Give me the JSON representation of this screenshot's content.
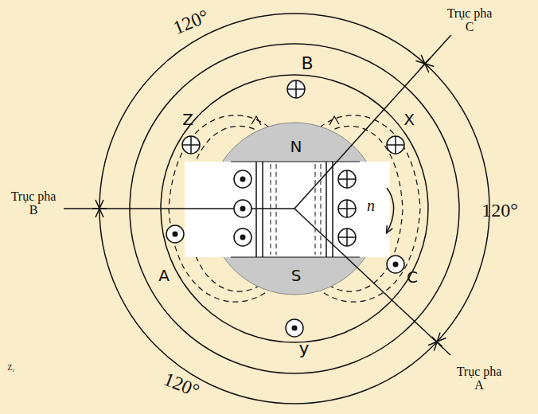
{
  "diagram": {
    "labels": [
      "120°",
      "Trục pha C",
      "B",
      "Z",
      "X",
      "N",
      "Trục pha B",
      "n",
      "120°",
      "A",
      "C",
      "S",
      "y",
      "Trục pha A",
      "120°",
      "Z₁"
    ]
  }
}
